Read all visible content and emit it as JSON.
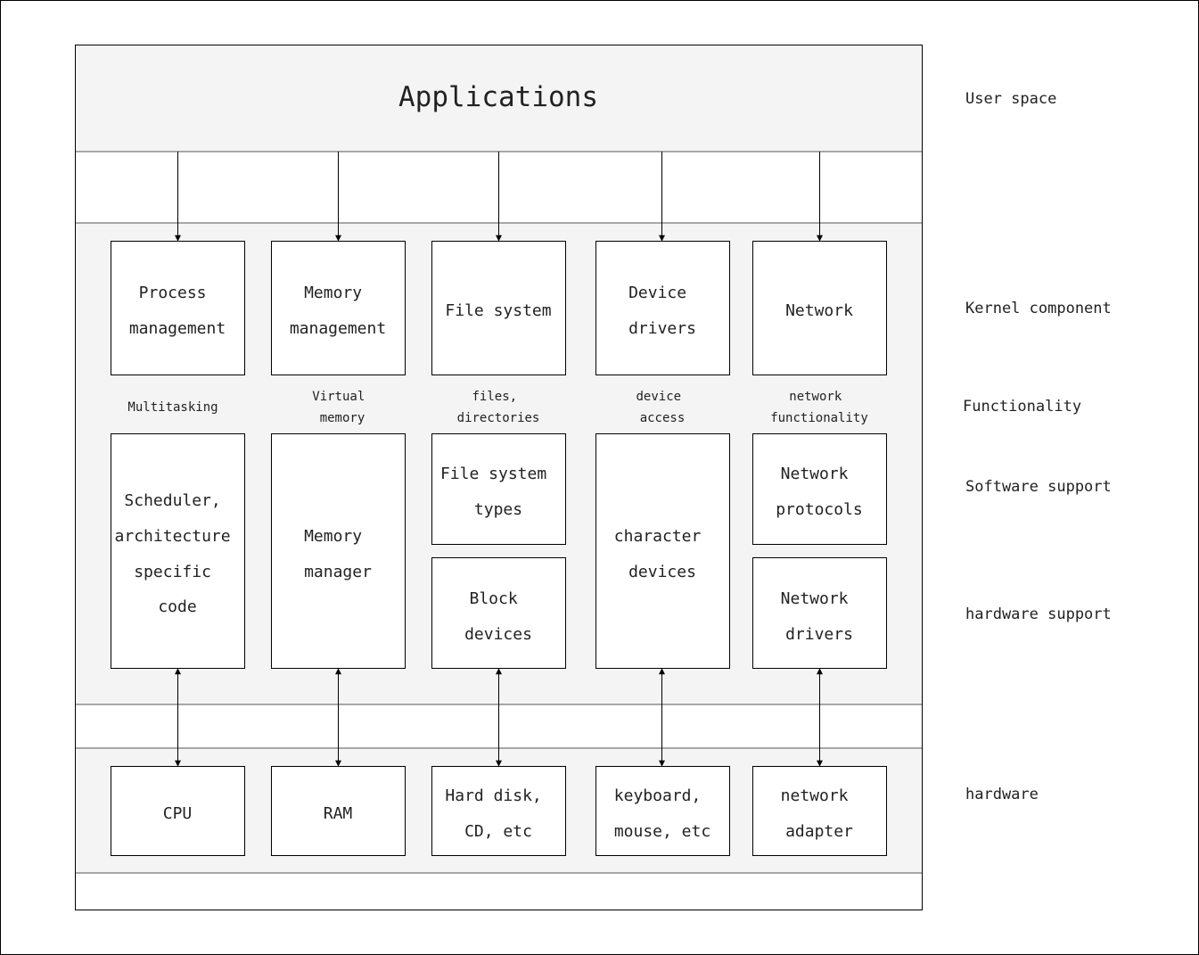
{
  "title": "Applications",
  "layer_labels": {
    "user_space": "User space",
    "kernel_component": "Kernel component",
    "functionality": "Functionality",
    "software_support": "Software support",
    "hardware_support": "hardware support",
    "hardware": "hardware"
  },
  "kernel_components": [
    [
      "Process",
      "management"
    ],
    [
      "Memory",
      "management"
    ],
    [
      "File system"
    ],
    [
      "Device",
      "drivers"
    ],
    [
      "Network"
    ]
  ],
  "functionality": [
    [
      "Multitasking"
    ],
    [
      "Virtual",
      "memory"
    ],
    [
      "files,",
      "directories"
    ],
    [
      "device",
      "access"
    ],
    [
      "network",
      "functionality"
    ]
  ],
  "support_blocks": {
    "scheduler": [
      "Scheduler,",
      "architecture",
      "specific",
      "code"
    ],
    "memory_manager": [
      "Memory",
      "manager"
    ],
    "fs_types": [
      "File system",
      "types"
    ],
    "block_devices": [
      "Block",
      "devices"
    ],
    "character_devices": [
      "character",
      "devices"
    ],
    "network_protocols": [
      "Network",
      "protocols"
    ],
    "network_drivers": [
      "Network",
      "drivers"
    ]
  },
  "hardware": [
    [
      "CPU"
    ],
    [
      "RAM"
    ],
    [
      "Hard disk,",
      "CD, etc"
    ],
    [
      "keyboard,",
      "mouse, etc"
    ],
    [
      "network",
      "adapter"
    ]
  ],
  "colors": {
    "band_fill": "#f4f4f4",
    "line": "#000000",
    "text": "#222222"
  }
}
